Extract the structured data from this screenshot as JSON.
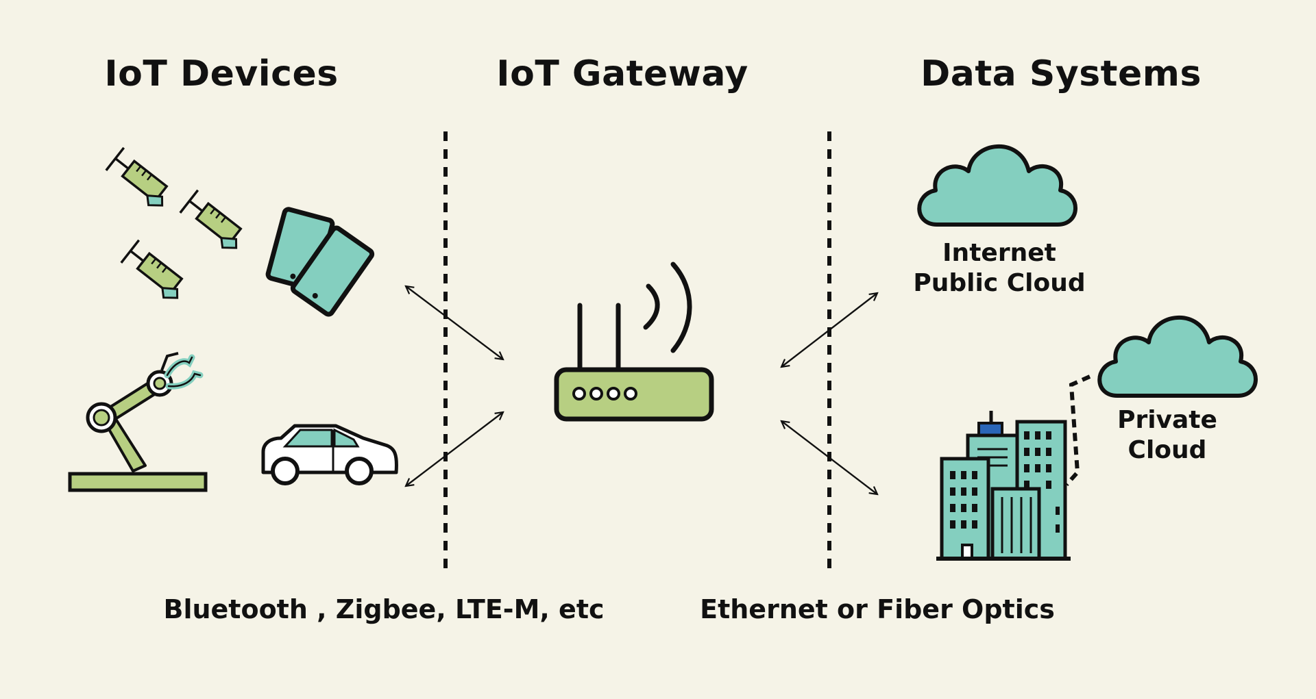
{
  "headings": {
    "devices": "IoT Devices",
    "gateway": "IoT Gateway",
    "data_systems": "Data Systems"
  },
  "clouds": {
    "public": {
      "line1": "Internet",
      "line2": "Public Cloud"
    },
    "private": {
      "line1": "Private",
      "line2": "Cloud"
    }
  },
  "footer": {
    "device_protocols": "Bluetooth , Zigbee, LTE-M, etc",
    "backhaul": "Ethernet or Fiber Optics"
  },
  "icons": [
    "security-camera-icon",
    "smartphone-tablet-icon",
    "robotic-arm-icon",
    "car-icon",
    "router-icon",
    "cloud-icon",
    "office-buildings-icon"
  ],
  "colors": {
    "background": "#f5f3e7",
    "teal": "#84cfbf",
    "green": "#b7cf82",
    "blue": "#2a66b8",
    "outline": "#111111"
  }
}
